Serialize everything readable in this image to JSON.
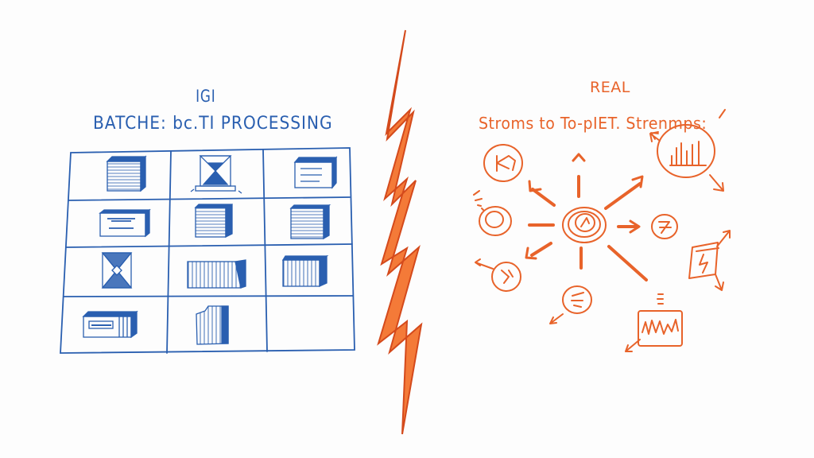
{
  "left_panel": {
    "small_title": "IGI",
    "title": "BATCHE: bc.TI PROCESSING",
    "color": "#2a5fb0",
    "grid": {
      "rows": 4,
      "cols": 3,
      "cells": [
        {
          "row": 0,
          "col": 0,
          "icon": "striped-box-icon"
        },
        {
          "row": 0,
          "col": 1,
          "icon": "hourglass-icon"
        },
        {
          "row": 0,
          "col": 2,
          "icon": "labeled-box-icon"
        },
        {
          "row": 1,
          "col": 0,
          "icon": "document-tray-icon"
        },
        {
          "row": 1,
          "col": 1,
          "icon": "striped-box-icon"
        },
        {
          "row": 1,
          "col": 2,
          "icon": "striped-box-icon"
        },
        {
          "row": 2,
          "col": 0,
          "icon": "hourglass-icon"
        },
        {
          "row": 2,
          "col": 1,
          "icon": "vertical-striped-box-icon"
        },
        {
          "row": 2,
          "col": 2,
          "icon": "vertical-striped-box-icon"
        },
        {
          "row": 3,
          "col": 0,
          "icon": "file-cabinet-icon"
        },
        {
          "row": 3,
          "col": 1,
          "icon": "open-box-icon"
        },
        {
          "row": 3,
          "col": 2,
          "icon": "empty"
        }
      ]
    }
  },
  "divider": {
    "icon": "lightning-bolt-icon",
    "color": "#f26a2a"
  },
  "right_panel": {
    "small_title": "REAL",
    "title": "Stroms to To-pIET. Strenmps:",
    "color": "#e8632a",
    "hub": {
      "icon": "target-spiral-icon"
    },
    "nodes": [
      {
        "id": "document",
        "icon": "document-circle-icon"
      },
      {
        "id": "bar-chart",
        "icon": "bar-chart-circle-icon"
      },
      {
        "id": "left-circle",
        "icon": "circle-node-icon"
      },
      {
        "id": "right-circle",
        "icon": "circle-node-icon"
      },
      {
        "id": "lower-left-circle",
        "icon": "circle-node-icon"
      },
      {
        "id": "lower-circle",
        "icon": "circle-node-icon"
      },
      {
        "id": "lightning-square",
        "icon": "lightning-square-icon"
      },
      {
        "id": "waveform",
        "icon": "waveform-monitor-icon"
      }
    ]
  }
}
